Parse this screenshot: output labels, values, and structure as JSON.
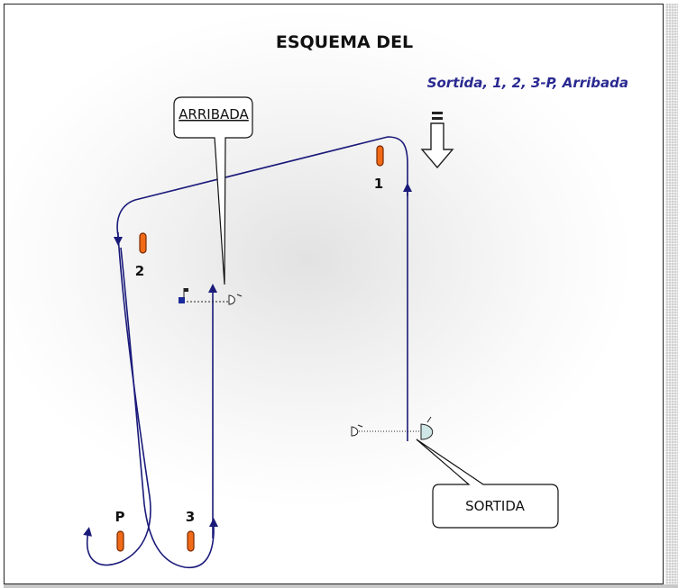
{
  "diagram": {
    "title": "ESQUEMA DEL",
    "subtitle": "Sortida, 1, 2, 3-P, Arribada",
    "buoys": [
      {
        "id": "1",
        "label": "1"
      },
      {
        "id": "2",
        "label": "2"
      },
      {
        "id": "3",
        "label": "3"
      },
      {
        "id": "P",
        "label": "P"
      }
    ],
    "callouts": {
      "arrival": "ARRIBADA",
      "start": "SORTIDA"
    },
    "colors": {
      "track": "#1a1a7a",
      "buoy": "#f06a18",
      "subtitle": "#2a2a92"
    },
    "icons": [
      "wind-arrow-icon",
      "start-boat-icon",
      "committee-boat-icon",
      "arrival-flag-icon",
      "arrival-boat-icon"
    ]
  }
}
